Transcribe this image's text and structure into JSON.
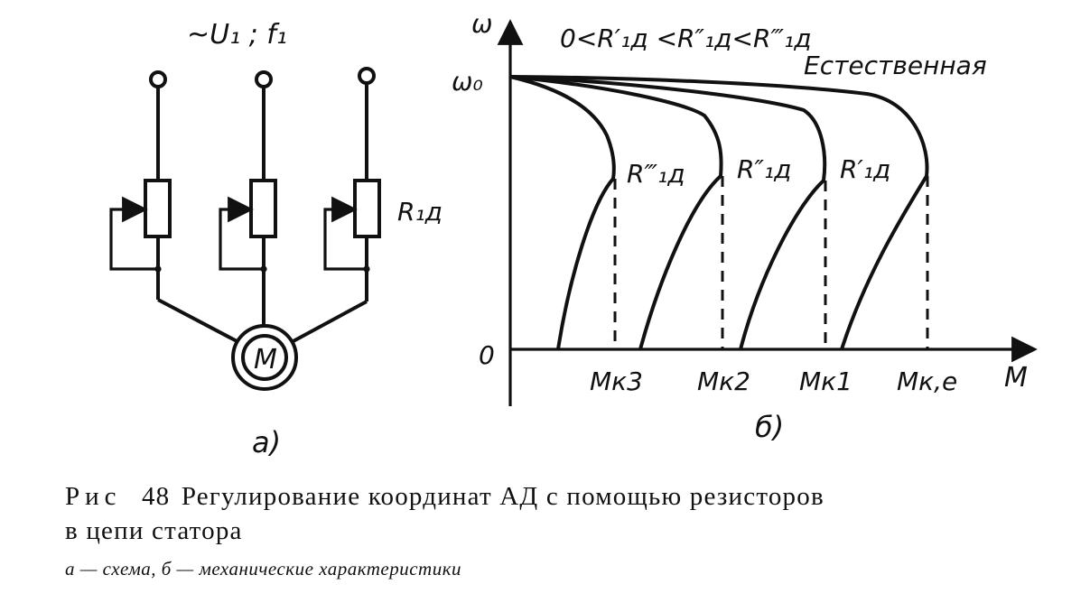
{
  "schematic": {
    "supply_label": "~U₁ ; f₁",
    "resistor_label": "R₁д",
    "motor_label": "M",
    "panel_label": "а)"
  },
  "characteristics": {
    "y_axis_label": "ω",
    "omega0_label": "ω₀",
    "zero_label": "0",
    "x_axis_label": "M",
    "inequality_label": "0<R′₁д <R″₁д<R‴₁д",
    "natural_label": "Естественная",
    "curve_labels": [
      "R‴₁д",
      "R″₁д",
      "R′₁д"
    ],
    "torque_labels": [
      "Mк3",
      "Mк2",
      "Mк1",
      "Mк,е"
    ],
    "panel_label": "б)"
  },
  "caption": {
    "fig_word": "Рис",
    "fig_number": "48",
    "title_line1": "Регулирование координат АД с помощью резисторов",
    "title_line2": "в цепи статора",
    "legend": "а — схема, б — механические характеристики"
  }
}
